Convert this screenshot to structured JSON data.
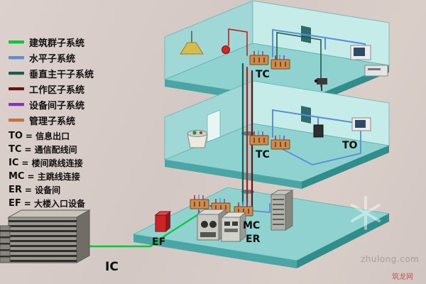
{
  "legend": {
    "items": [
      {
        "label": "建筑群子系统",
        "color": "#00cc33"
      },
      {
        "label": "水平子系统",
        "color": "#5b8dd9"
      },
      {
        "label": "垂直主干子系统",
        "color": "#1a5c50"
      },
      {
        "label": "工作区子系统",
        "color": "#6b0f0f"
      },
      {
        "label": "设备间子系统",
        "color": "#8a2fbf"
      },
      {
        "label": "管理子系统",
        "color": "#c87137"
      }
    ]
  },
  "abbreviations": {
    "items": [
      {
        "abbr": "TO",
        "desc": "= 信息出口"
      },
      {
        "abbr": "TC",
        "desc": "= 通信配线间"
      },
      {
        "abbr": "IC",
        "desc": "= 楼间跳线连接"
      },
      {
        "abbr": "MC",
        "desc": "= 主跳线连接"
      },
      {
        "abbr": "ER",
        "desc": "= 设备间"
      },
      {
        "abbr": "EF",
        "desc": "= 大楼入口设备"
      }
    ]
  },
  "diagram": {
    "labels": {
      "tc_upper": "TC",
      "tc_middle": "TC",
      "to": "TO",
      "mc": "MC",
      "er": "ER",
      "ef": "EF",
      "ic": "IC"
    },
    "colors": {
      "floor_top": "#8fd2d0",
      "floor_edge_left": "#4aa6a4",
      "floor_edge_right": "#2f8d8b",
      "wall_left": "#9fd8d6",
      "wall_right": "#c6ecea",
      "cable_green": "#00cc33",
      "cable_blue": "#5b8dd9",
      "cable_teal": "#1a5c50",
      "cable_darkred": "#6b0f0f",
      "cable_red": "#cc1111",
      "cable_purple": "#8a2fbf",
      "cable_orange": "#c87137"
    },
    "icons": [
      "floor-slab",
      "back-wall",
      "ceiling-lamp-icon",
      "fire-alarm-icon",
      "patch-panel-icon",
      "desktop-computer-icon",
      "printer-icon",
      "cctv-camera-icon",
      "bucket-icon",
      "wall-intercom-icon",
      "ef-entrance-box-icon",
      "mc-cabinet-icon",
      "equipment-cabinet-icon",
      "server-rack-icon",
      "office-building-icon"
    ]
  },
  "watermark": {
    "site": "zhulong.com",
    "logo": "筑龙网"
  }
}
